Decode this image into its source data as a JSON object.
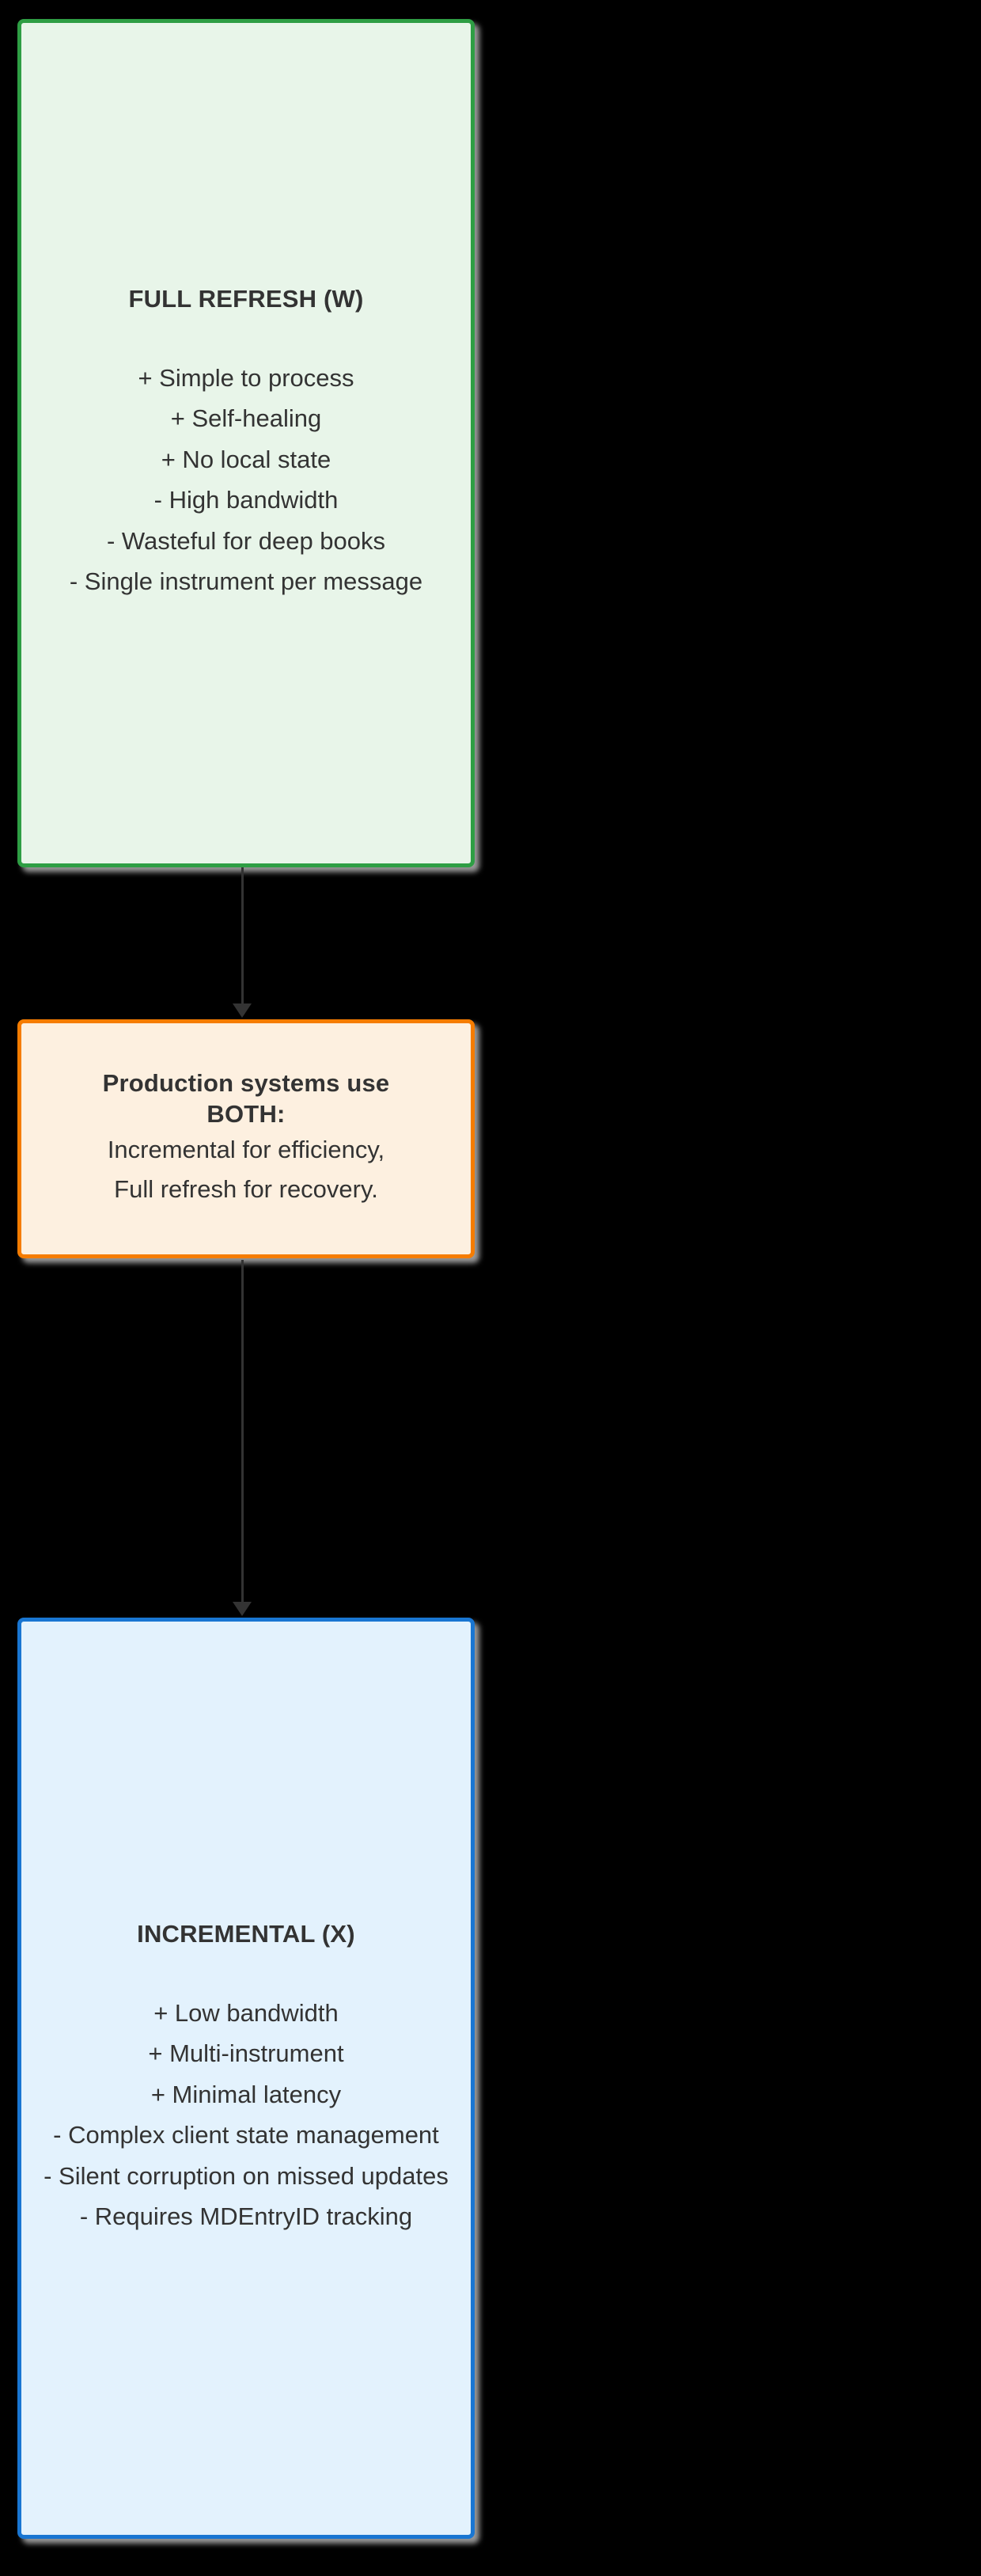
{
  "diagram": {
    "type": "flowchart",
    "orientation": "vertical",
    "background_color": "#000000",
    "text_color": "#333333",
    "nodes": [
      {
        "id": "full-refresh",
        "title": "FULL REFRESH (W)",
        "accent_color": "#2e9e44",
        "fill_color": "#e8f5e9",
        "lines": [
          "+ Simple to process",
          "+ Self-healing",
          "+ No local state",
          "- High bandwidth",
          "- Wasteful for deep books",
          "- Single instrument per message"
        ]
      },
      {
        "id": "both",
        "title": "Production systems use BOTH:",
        "accent_color": "#f57c00",
        "fill_color": "#fdf0e0",
        "lines": [
          "Incremental for efficiency,",
          "Full refresh for recovery."
        ]
      },
      {
        "id": "incremental",
        "title": "INCREMENTAL (X)",
        "accent_color": "#1976d2",
        "fill_color": "#e3f2fd",
        "lines": [
          "+ Low bandwidth",
          "+ Multi-instrument",
          "+ Minimal latency",
          "- Complex client state management",
          "- Silent corruption on missed updates",
          "- Requires MDEntryID tracking"
        ]
      }
    ],
    "connectors": [
      {
        "id": "arrow-1",
        "from": "full-refresh",
        "to": "both",
        "style": "solid-arrow-down"
      },
      {
        "id": "arrow-2",
        "from": "both",
        "to": "incremental",
        "style": "solid-arrow-down"
      }
    ]
  }
}
